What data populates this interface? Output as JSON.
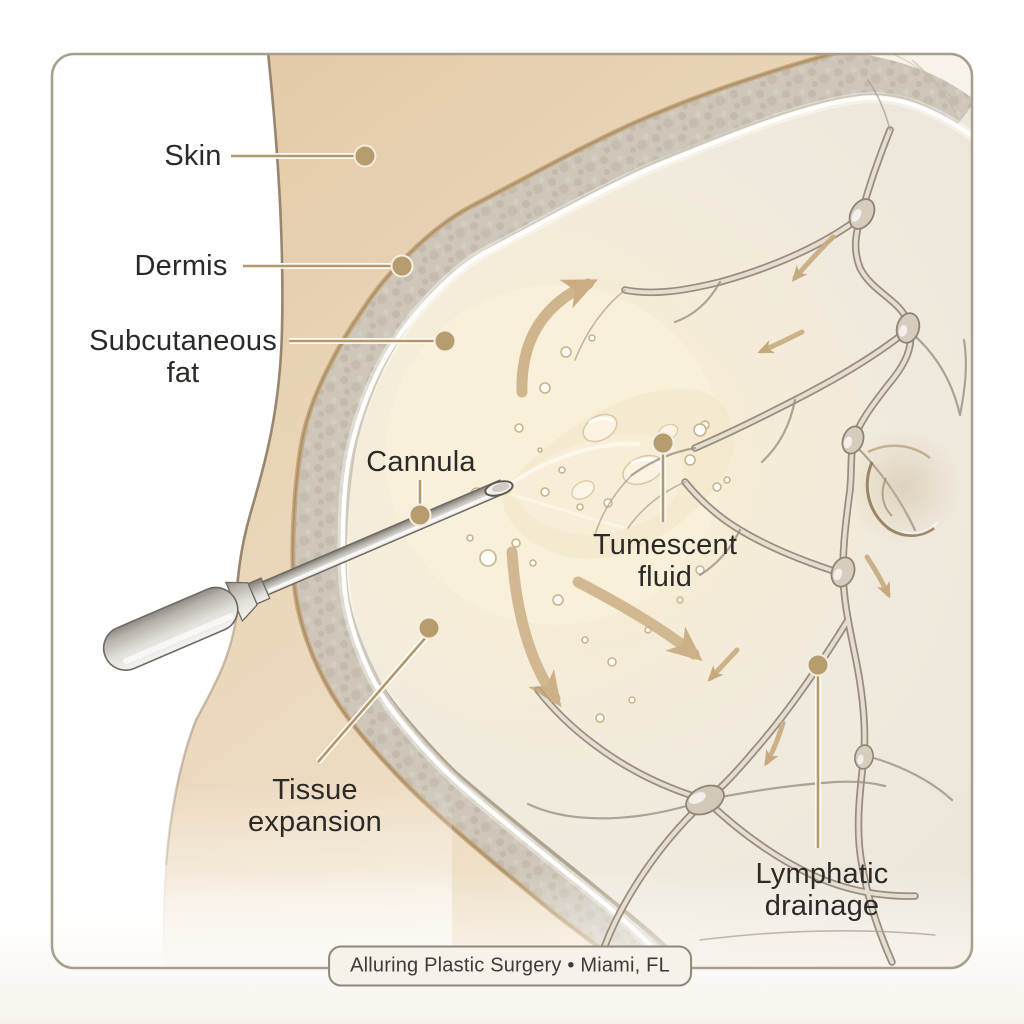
{
  "labels": {
    "skin": {
      "text": "Skin"
    },
    "dermis": {
      "text": "Dermis"
    },
    "subcutaneous_fat": {
      "line1": "Subcutaneous",
      "line2": "fat"
    },
    "cannula": {
      "text": "Cannula"
    },
    "tumescent_fluid": {
      "line1": "Tumescent",
      "line2": "fluid"
    },
    "tissue_expansion": {
      "line1": "Tissue",
      "line2": "expansion"
    },
    "lymphatic_drainage": {
      "line1": "Lymphatic",
      "line2": "drainage"
    }
  },
  "footer": {
    "text": "Alluring Plastic Surgery • Miami, FL"
  },
  "colors": {
    "label_text": "#2b2a27",
    "leader_line": "#b2986a",
    "frame_border": "#a89e8c",
    "skin_tone": "#e4ccae",
    "dermis_tone": "#cdc6b9",
    "fat_tone": "#f5efe0",
    "glow_tone": "#f8eed5",
    "arrow_tan": "#c8ab80",
    "vessel_outline": "#93897a",
    "vessel_fill": "#e3dccf",
    "caption_bg": "#f6f2e9"
  }
}
